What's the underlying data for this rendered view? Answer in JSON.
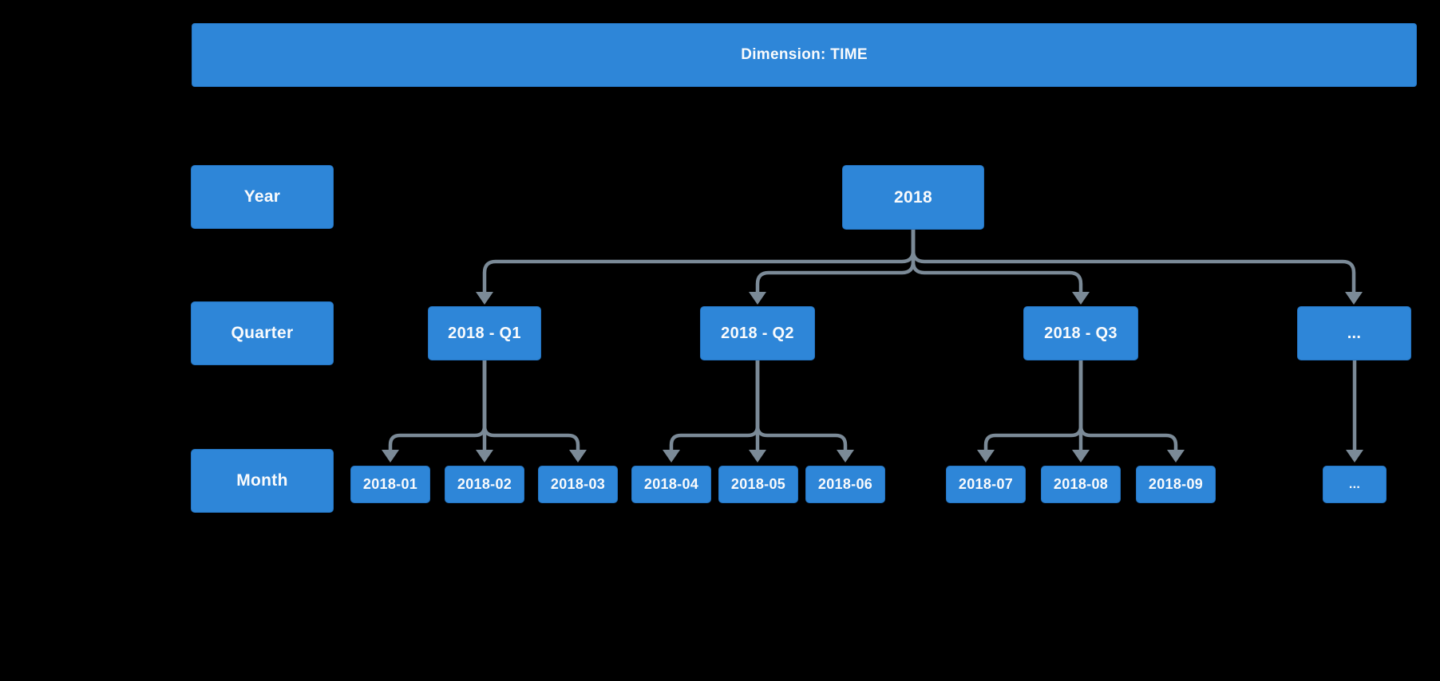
{
  "colors": {
    "background": "#000000",
    "node_fill": "#2E86D8",
    "node_border": "#2473C0",
    "connector": "#7B8A97",
    "text_color": "#FAFBFC"
  },
  "banner": {
    "title": "Dimension: TIME"
  },
  "rows": [
    {
      "label": "Year"
    },
    {
      "label": "Quarter"
    },
    {
      "label": "Month"
    }
  ],
  "tree": {
    "year": {
      "label": "2018"
    },
    "quarters": [
      {
        "label": "2018 - Q1",
        "months": [
          {
            "label": "2018-01"
          },
          {
            "label": "2018-02"
          },
          {
            "label": "2018-03"
          }
        ]
      },
      {
        "label": "2018 - Q2",
        "months": [
          {
            "label": "2018-04"
          },
          {
            "label": "2018-05"
          },
          {
            "label": "2018-06"
          }
        ]
      },
      {
        "label": "2018 - Q3",
        "months": [
          {
            "label": "2018-07"
          },
          {
            "label": "2018-08"
          },
          {
            "label": "2018-09"
          }
        ]
      },
      {
        "label": "...",
        "months": [
          {
            "label": "..."
          }
        ]
      }
    ]
  }
}
